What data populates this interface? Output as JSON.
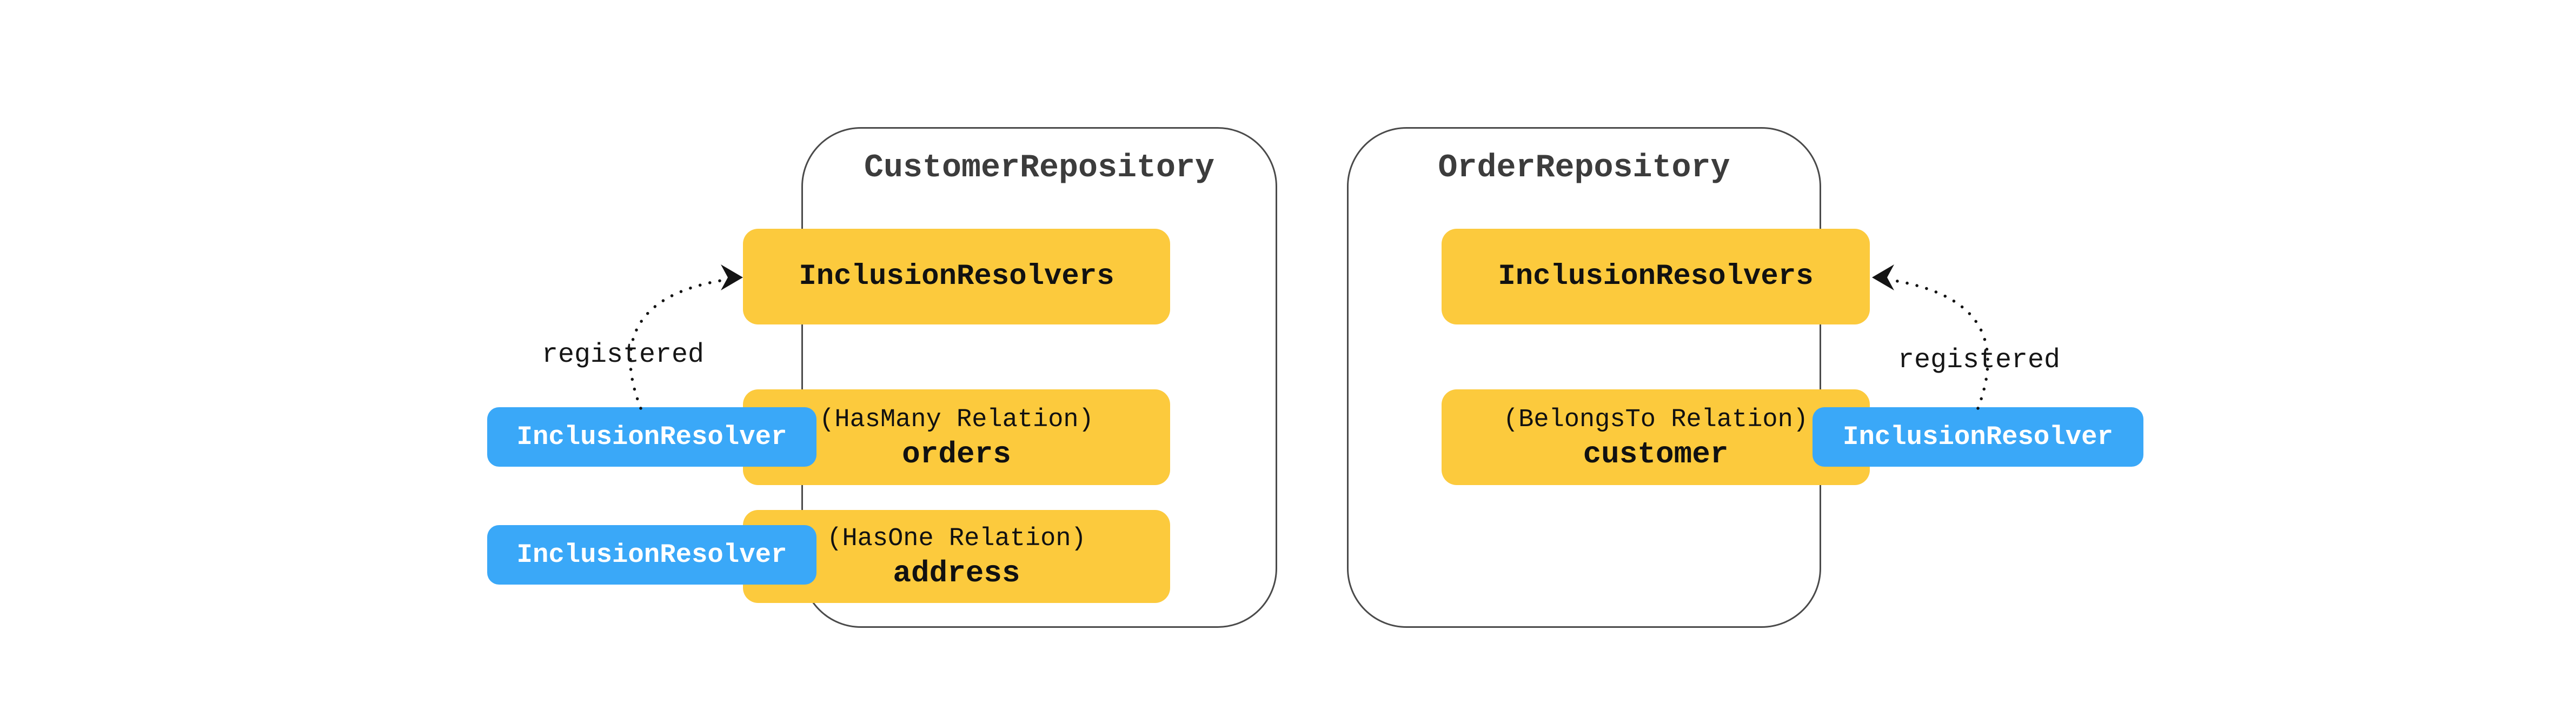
{
  "canvas": {
    "background": "#ffffff"
  },
  "palette": {
    "box_yellow": "#fcca3d",
    "badge_blue": "#3aa8f8",
    "container_border_gray": "#4a4a4a",
    "title_gray": "#3c3c3c",
    "ink_black": "#111111",
    "badge_text_white": "#ffffff"
  },
  "repositories": [
    {
      "title": "CustomerRepository",
      "resolvers_label": "InclusionResolvers",
      "relations": [
        {
          "kind": "(HasMany Relation)",
          "name": "orders"
        },
        {
          "kind": "(HasOne Relation)",
          "name": "address"
        }
      ]
    },
    {
      "title": "OrderRepository",
      "resolvers_label": "InclusionResolvers",
      "relations": [
        {
          "kind": "(BelongsTo Relation)",
          "name": "customer"
        }
      ]
    }
  ],
  "badges": {
    "left": [
      "InclusionResolver",
      "InclusionResolver"
    ],
    "right": [
      "InclusionResolver"
    ]
  },
  "arrows": {
    "left_label": "registered",
    "right_label": "registered"
  }
}
